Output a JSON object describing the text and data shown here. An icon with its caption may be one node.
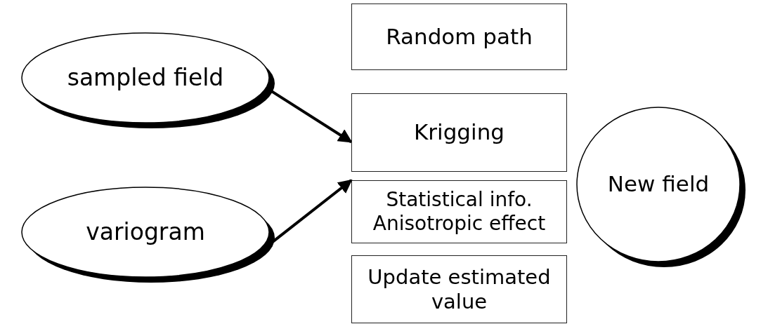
{
  "diagram": {
    "nodes": [
      {
        "text": [
          "sampled field"
        ]
      },
      {
        "text": [
          "Random path"
        ]
      },
      {
        "text": [
          "Krigging"
        ]
      },
      {
        "text": [
          "variogram"
        ]
      },
      {
        "text": [
          "Statistical info.",
          "Anisotropic effect"
        ]
      },
      {
        "text": [
          "Update estimated value"
        ]
      },
      {
        "text": [
          "New field"
        ]
      }
    ],
    "edges": [
      {
        "from": 0,
        "to": 2,
        "arrow": "to"
      },
      {
        "from": 3,
        "to": 4,
        "arrow": "to"
      }
    ]
  }
}
